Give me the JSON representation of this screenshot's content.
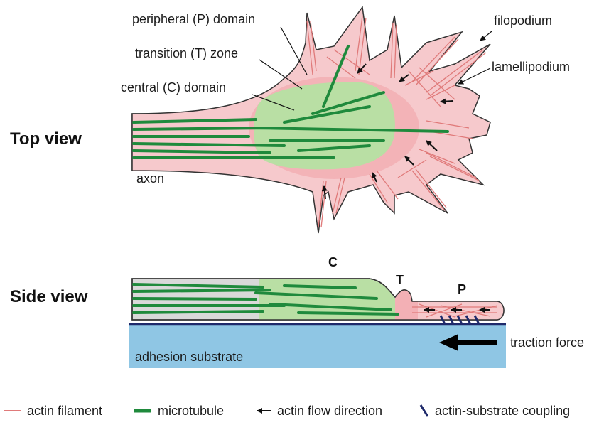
{
  "top_view": {
    "title": "Top view",
    "labels": {
      "peripheral": "peripheral (P) domain",
      "transition": "transition (T) zone",
      "central": "central (C) domain",
      "filopodium": "filopodium",
      "lamellipodium": "lamellipodium",
      "axon": "axon"
    }
  },
  "side_view": {
    "title": "Side view",
    "labels": {
      "c": "C",
      "t": "T",
      "p": "P"
    },
    "substrate": "adhesion substrate",
    "force": "traction force"
  },
  "legend": [
    {
      "label": "actin filament",
      "icon": "actin-filament-icon"
    },
    {
      "label": "microtubule",
      "icon": "microtubule-icon"
    },
    {
      "label": "actin flow direction",
      "icon": "arrow-left-icon"
    },
    {
      "label": "actin-substrate coupling",
      "icon": "coupling-icon"
    }
  ],
  "colors": {
    "actin": "#e07a7a",
    "microtubule": "#1f8a3c",
    "peripheral_fill": "#f6c9cc",
    "transition_fill": "#f3b2b6",
    "central_fill": "#b9dfa4",
    "axon_fill": "#d9d9d9",
    "substrate": "#8fc6e4"
  }
}
